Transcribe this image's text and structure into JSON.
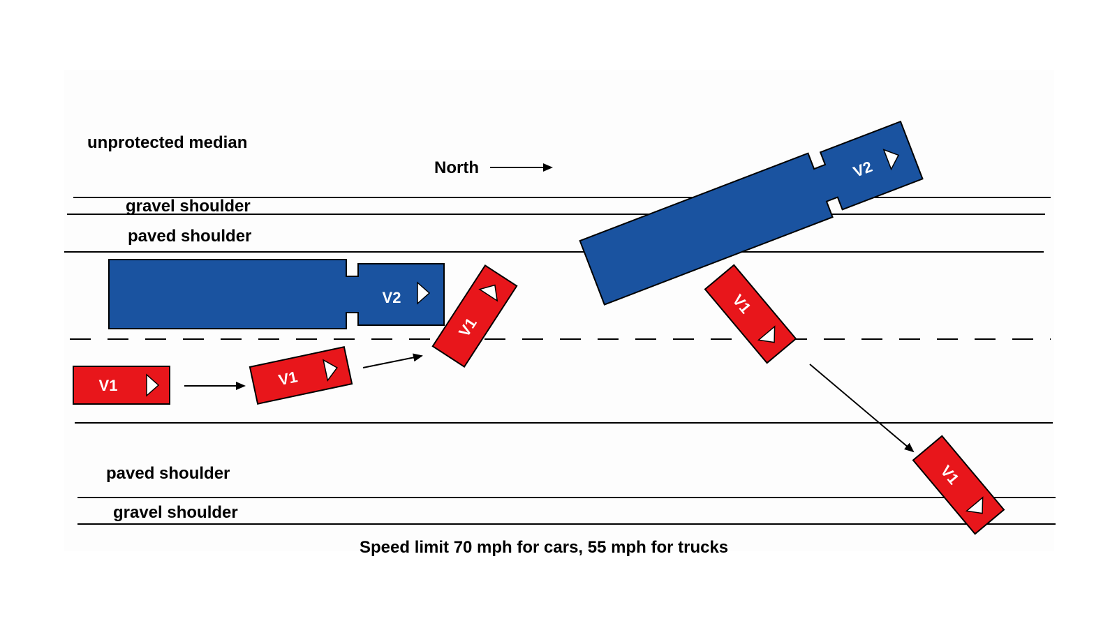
{
  "labels": {
    "median": "unprotected median",
    "north": "North",
    "gravel_top": "gravel shoulder",
    "paved_top": "paved shoulder",
    "paved_bottom": "paved shoulder",
    "gravel_bottom": "gravel shoulder",
    "speed_limit": "Speed limit 70 mph for cars,  55 mph for trucks"
  },
  "vehicles": {
    "v1": "V1",
    "v2": "V2"
  },
  "colors": {
    "v1_fill": "#e8161b",
    "v2_fill": "#1a53a0",
    "background_panel": "#fdfdfd"
  }
}
